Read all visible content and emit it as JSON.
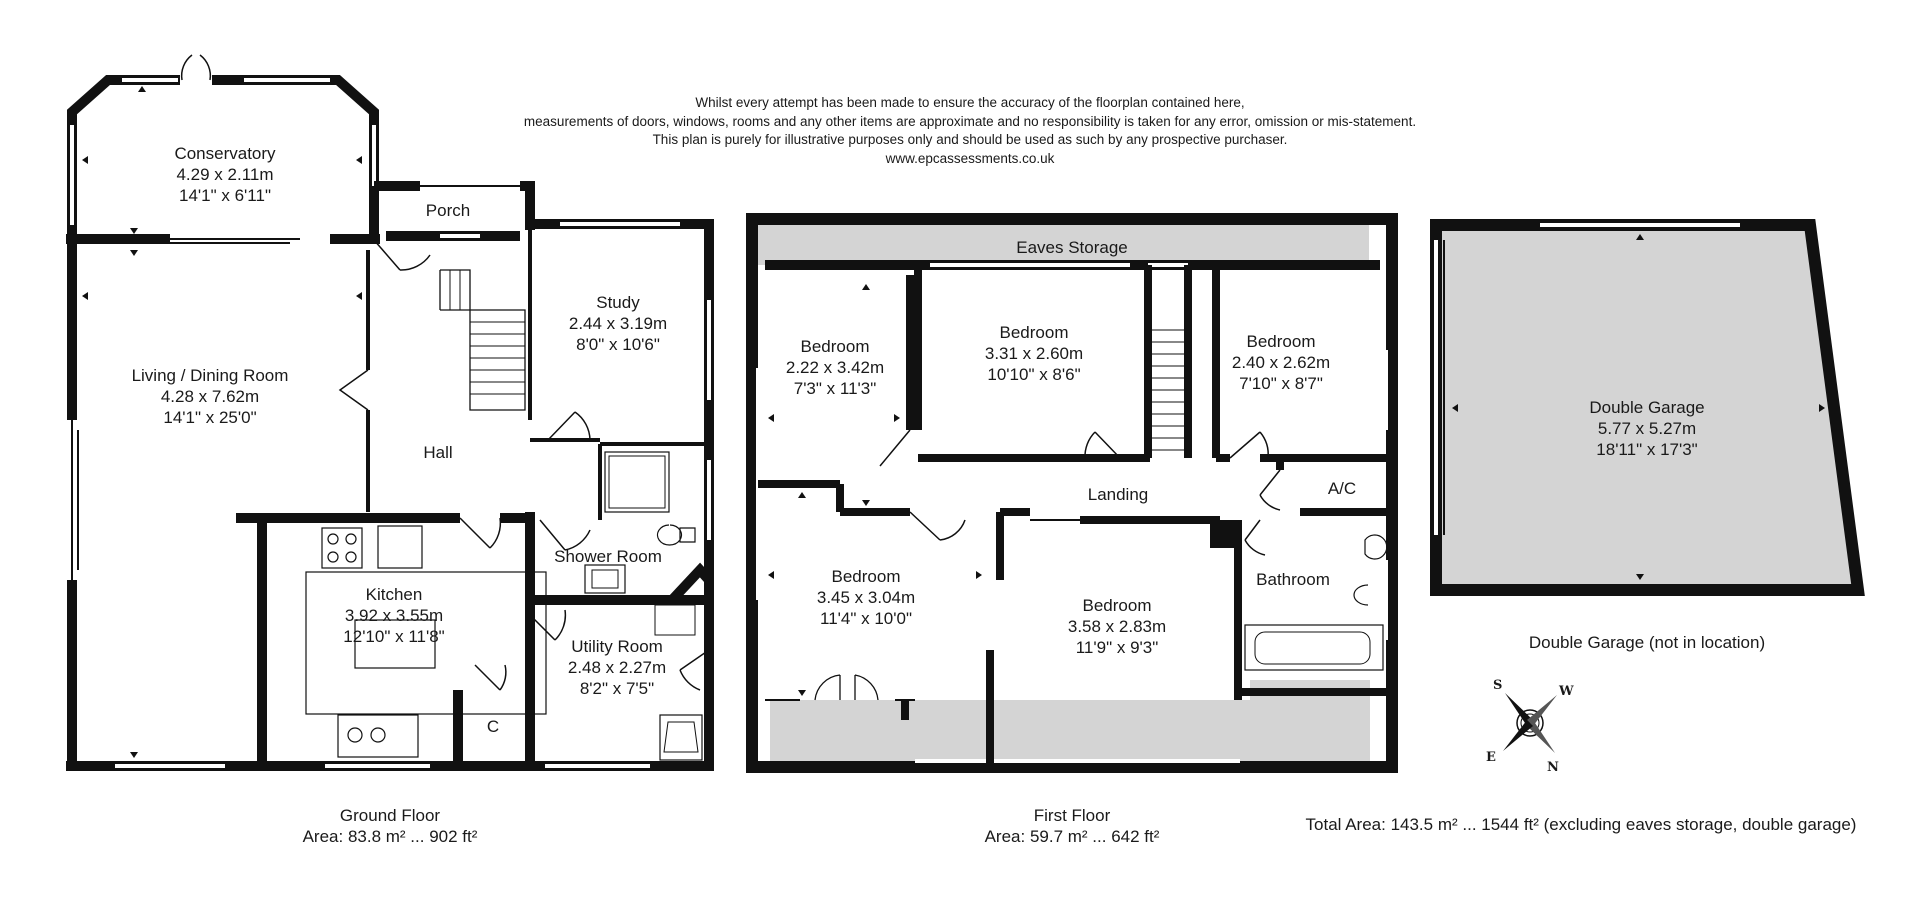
{
  "disclaimer": {
    "line1": "Whilst every attempt has been made to ensure the accuracy of the floorplan contained here,",
    "line2": "measurements of doors, windows, rooms and any other items are approximate and no responsibility is taken for any error, omission or mis-statement.",
    "line3": "This plan is purely for illustrative purposes only and should be used as such by any prospective purchaser.",
    "line4": "www.epcassessments.co.uk"
  },
  "rooms": {
    "conservatory": {
      "name": "Conservatory",
      "metric": "4.29 x 2.11m",
      "imperial": "14'1\" x 6'11\""
    },
    "porch": {
      "name": "Porch"
    },
    "living": {
      "name": "Living / Dining Room",
      "metric": "4.28 x 7.62m",
      "imperial": "14'1\" x 25'0\""
    },
    "study": {
      "name": "Study",
      "metric": "2.44 x 3.19m",
      "imperial": "8'0\" x 10'6\""
    },
    "hall": {
      "name": "Hall"
    },
    "kitchen": {
      "name": "Kitchen",
      "metric": "3.92 x 3.55m",
      "imperial": "12'10\" x 11'8\""
    },
    "shower": {
      "name": "Shower Room"
    },
    "utility": {
      "name": "Utility Room",
      "metric": "2.48 x 2.27m",
      "imperial": "8'2\" x 7'5\""
    },
    "cupboard": {
      "name": "C"
    },
    "eaves": {
      "name": "Eaves Storage"
    },
    "bedroom1": {
      "name": "Bedroom",
      "metric": "2.22 x 3.42m",
      "imperial": "7'3\" x 11'3\""
    },
    "bedroom2": {
      "name": "Bedroom",
      "metric": "3.31 x 2.60m",
      "imperial": "10'10\" x 8'6\""
    },
    "bedroom3": {
      "name": "Bedroom",
      "metric": "2.40 x 2.62m",
      "imperial": "7'10\" x 8'7\""
    },
    "landing": {
      "name": "Landing"
    },
    "ac": {
      "name": "A/C"
    },
    "bedroom4": {
      "name": "Bedroom",
      "metric": "3.45 x 3.04m",
      "imperial": "11'4\" x 10'0\""
    },
    "bedroom5": {
      "name": "Bedroom",
      "metric": "3.58 x 2.83m",
      "imperial": "11'9\" x 9'3\""
    },
    "bathroom": {
      "name": "Bathroom"
    },
    "garage": {
      "name": "Double Garage",
      "metric": "5.77 x 5.27m",
      "imperial": "18'11\" x 17'3\""
    }
  },
  "captions": {
    "ground": {
      "title": "Ground Floor",
      "area": "Area: 83.8 m² ... 902 ft²"
    },
    "first": {
      "title": "First Floor",
      "area": "Area: 59.7 m² ... 642 ft²"
    },
    "garage_note": "Double Garage (not in location)",
    "total": "Total Area: 143.5 m² ... 1544 ft² (excluding eaves storage, double garage)"
  },
  "compass": {
    "s": "S",
    "w": "W",
    "e": "E",
    "n": "N"
  },
  "colors": {
    "wall": "#111111",
    "grey_area": "#d4d4d4",
    "window": "#ffffff",
    "text": "#1a1a1a"
  }
}
